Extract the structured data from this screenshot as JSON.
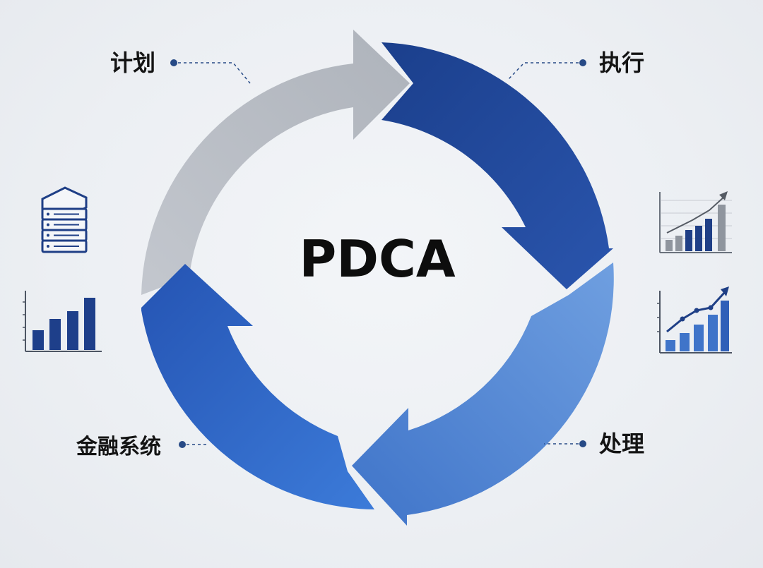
{
  "diagram": {
    "center_title": "PDCA",
    "labels": {
      "plan": "计划",
      "do": "执行",
      "act": "处理",
      "system": "金融系统"
    },
    "arrows": [
      {
        "id": "top-left",
        "color": "#b7bcc4"
      },
      {
        "id": "top-right",
        "color": "#1f4a9e"
      },
      {
        "id": "bottom-right",
        "color": "#5b8fd6"
      },
      {
        "id": "bottom-left",
        "color": "#2c62c4"
      }
    ],
    "icons": {
      "server": "server-icon",
      "left_chart": "bar-chart-icon",
      "right_top_chart": "growth-bar-chart-icon",
      "right_bottom_chart": "growth-line-bar-chart-icon"
    },
    "colors": {
      "connector": "#274a86",
      "icon_dark": "#1f3f86",
      "icon_mid": "#4a78c8",
      "icon_grey": "#8f959e"
    }
  }
}
